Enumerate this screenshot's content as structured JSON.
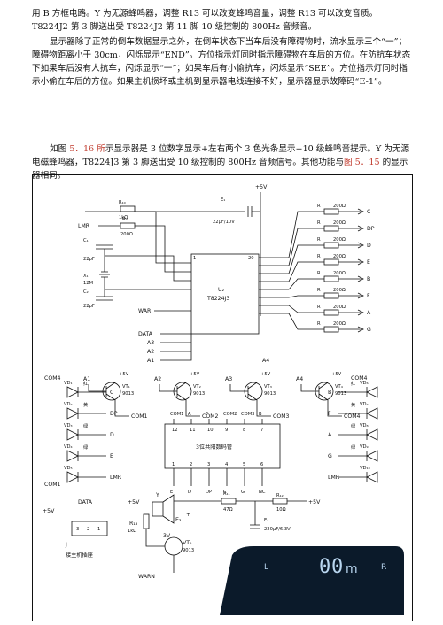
{
  "text": {
    "p1": "用 B 方框电路。Y 为无源蜂鸣器，调整 R13 可以改变蜂鸣音量，调整 R13 可以改变音质。T8224J2 第 3 脚送出受 T8224J2 第 11 脚 10 级控制的 800Hz 音频音。",
    "p2": "显示器除了正常的倒车数据显示之外，在倒车状态下当车后没有障碍物时，流水显示三个“一”；障碍物距离小于 30cm，闪烁显示“END”。方位指示灯同时指示障碍物在车后的方位。在防抗车状态下如果车后没有人抗车，闪烁显示“一”；如果车后有小偷抗车，闪烁显示“SEE”。方位指示灯同时指示小偷在车后的方位。如果主机损坏或主机到显示器电线连接不好，显示器显示故障码“E-1”。",
    "p3_a": "如图 ",
    "p3_fig1": "5．16 所",
    "p3_b": "示显示器是 3 位数字显示+左右两个 3 色光条显示+10 级蜂鸣音提示。Y 为无源电磁蜂鸣器，T8224J3 第 3 脚送出受 10 级控制的 800Hz 音频信号。其他功能与",
    "p3_fig2": "图 5．15",
    "p3_c": " 的显示器相同。"
  },
  "schematic": {
    "u2_name": "U₂",
    "u2_part": "T8224J3",
    "display_name": "3位共阳数码管",
    "vcc": "+5V",
    "r10": "R₁₀",
    "r10_val": "1kΩ",
    "r9": "R₉",
    "r9_val": "200Ω",
    "e1": "E₁",
    "e1_val": "22μF/10V",
    "lmr": "LMR",
    "c1": "C₁",
    "c2": "C₂",
    "c_val": "22pF",
    "x1": "X₁",
    "x1_val": "12M",
    "war": "WAR",
    "data": "DATA",
    "a3": "A3",
    "a2": "A2",
    "a1": "A1",
    "a4": "A4",
    "r_label": "R",
    "r_val": "200Ω",
    "seg_outputs": [
      "C",
      "DP",
      "D",
      "E",
      "B",
      "F",
      "A",
      "G"
    ],
    "transistors": [
      {
        "base": "A1",
        "name": "VT₁",
        "part": "9013",
        "com": "COM1"
      },
      {
        "base": "A2",
        "name": "VT₂",
        "part": "9013",
        "com": "COM2"
      },
      {
        "base": "A3",
        "name": "VT₃",
        "part": "9013",
        "com": "COM3"
      },
      {
        "base": "A4",
        "name": "VT₄",
        "part": "9013",
        "com": "COM4"
      }
    ],
    "left_leds": [
      {
        "name": "VD₁",
        "color": "红",
        "to": "C"
      },
      {
        "name": "VD₂",
        "color": "黄",
        "to": "DP"
      },
      {
        "name": "VD₃",
        "color": "绿",
        "to": "D"
      },
      {
        "name": "VD₄",
        "color": "绿",
        "to": "E"
      },
      {
        "name": "VD₅",
        "color": "",
        "to": "LMR"
      }
    ],
    "right_leds": [
      {
        "name": "VD₆",
        "color": "红",
        "to": "B"
      },
      {
        "name": "VD₇",
        "color": "黄",
        "to": "F"
      },
      {
        "name": "VD₈",
        "color": "绿",
        "to": "A"
      },
      {
        "name": "VD₉",
        "color": "绿",
        "to": "G"
      },
      {
        "name": "VD₁₀",
        "color": "",
        "to": "LMR"
      }
    ],
    "com_top": [
      "COM1",
      "A",
      "F",
      "COM2",
      "COM3",
      "B"
    ],
    "pins_top": [
      "12",
      "11",
      "10",
      "9",
      "8",
      "7"
    ],
    "pins_bottom": [
      "1",
      "2",
      "3",
      "4",
      "5",
      "6"
    ],
    "seg_bottom": [
      "E",
      "D",
      "DP",
      "C",
      "G",
      "NC"
    ],
    "buzzer": "Y",
    "r13": "R₁₃",
    "r13_val": "1kΩ",
    "e3_label": "E₃",
    "e3_extra": "+",
    "v3": "3V",
    "vt5": "VT₅",
    "vt5_part": "9013",
    "r11": "R₁₁",
    "r11_val": "47Ω",
    "r12": "R₁₂",
    "r12_val": "10Ω",
    "e2": "E₂",
    "e2_val": "220μF/6.3V",
    "warn": "WARN",
    "jack": "J",
    "jack_label": "接主机插座",
    "pin_nums": [
      "3",
      "2",
      "1"
    ],
    "pin20": "20",
    "pin1": "1",
    "com4": "COM4",
    "com1": "COM1",
    "lcd_left": "L",
    "lcd_digits": "0",
    "lcd_m": "m",
    "lcd_right": "R"
  }
}
